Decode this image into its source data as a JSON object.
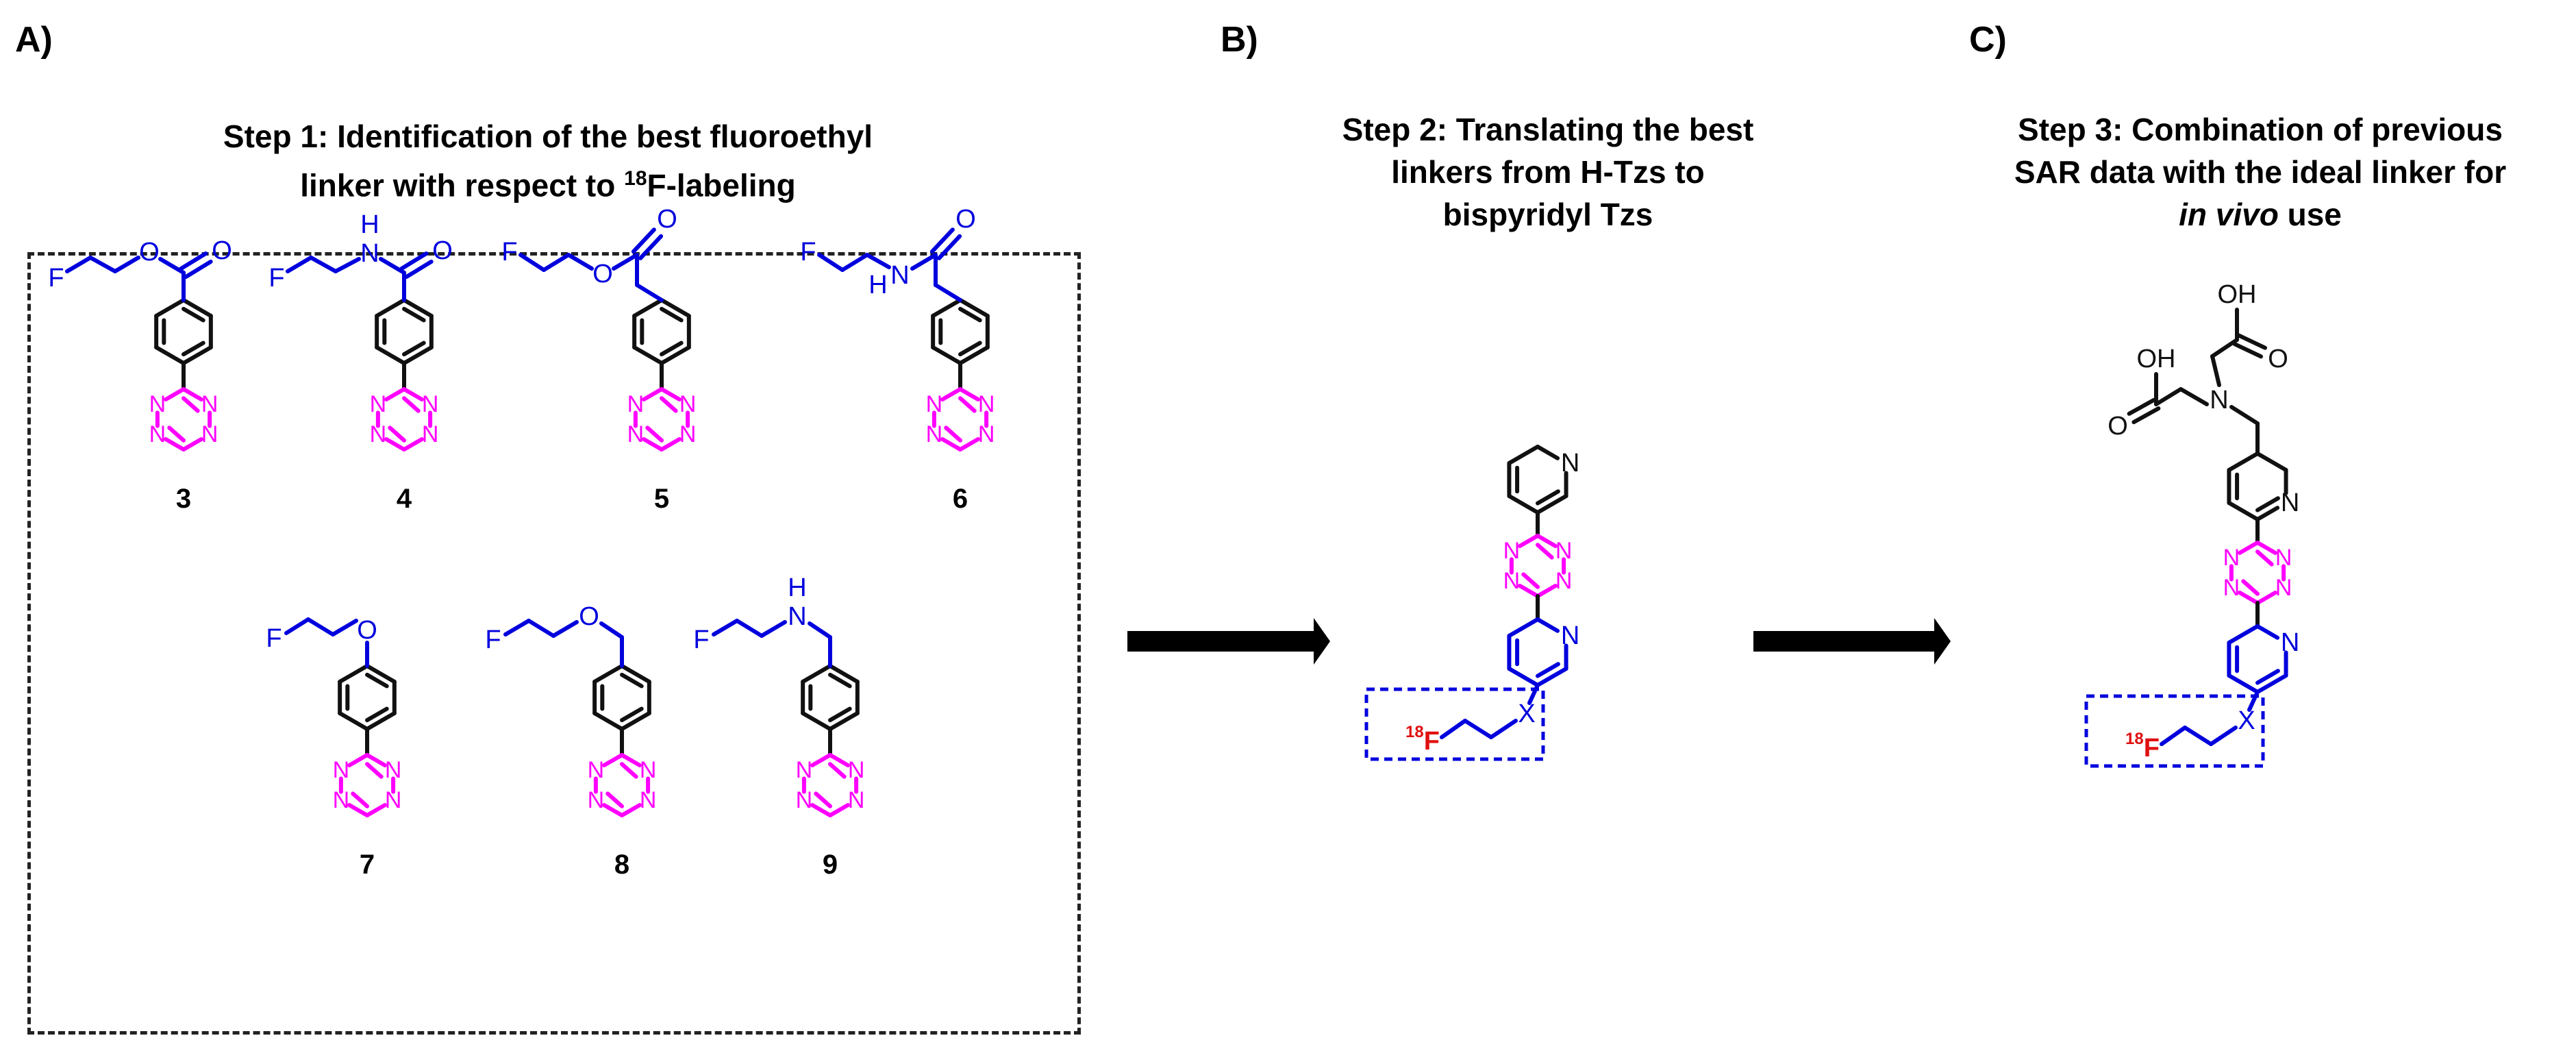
{
  "panels": {
    "a": {
      "label": "A)",
      "title_line1": "Step 1: Identification of the best fluoroethyl",
      "title_line2_pre": "linker with respect to ",
      "title_line2_sup": "18",
      "title_line2_post": "F-labeling",
      "compounds": [
        "3",
        "4",
        "5",
        "6",
        "7",
        "8",
        "9"
      ]
    },
    "b": {
      "label": "B)",
      "title_line1": "Step 2: Translating the best",
      "title_line2": "linkers from H-Tzs to",
      "title_line3": "bispyridyl Tzs"
    },
    "c": {
      "label": "C)",
      "title_line1": "Step 3: Combination of  previous",
      "title_line2": "SAR data with the ideal linker for",
      "title_line3_italic": "in vivo",
      "title_line3_post": " use"
    }
  },
  "atoms": {
    "fluorine": "F",
    "oxygen": "O",
    "nitrogen": "N",
    "hydrogen": "H",
    "x_group": "X",
    "hydroxyl": "OH",
    "isotope": "18"
  },
  "colors": {
    "linker": "#0000dd",
    "tetrazine": "#ff00ff",
    "radiolabel": "#e01010",
    "core": "#111111",
    "arrow": "#000000"
  }
}
